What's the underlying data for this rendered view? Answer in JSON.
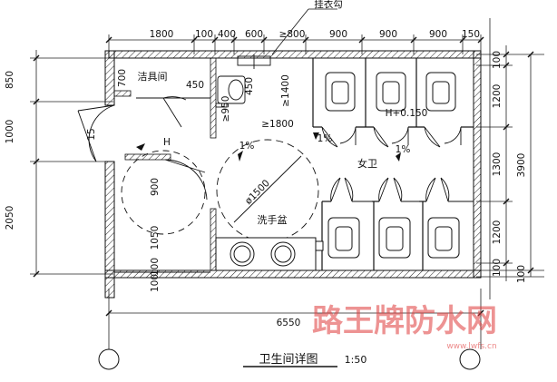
{
  "dimensions": {
    "top": [
      "1800",
      "100",
      "400",
      "600",
      "≥800",
      "900",
      "900",
      "900",
      "150"
    ],
    "left": [
      "850",
      "1000",
      "2050"
    ],
    "right": [
      "100",
      "1200",
      "1300",
      "1200",
      "100",
      "100"
    ],
    "right_total": "3900",
    "bottom_total": "6550",
    "interior": {
      "d700": "700",
      "d450a": "450",
      "d450b": "450",
      "d950": "≥950",
      "d1400": "≥1400",
      "d1800": "≥1800",
      "d900": "900",
      "d1050": "1050",
      "d100": "100",
      "d100b": "100",
      "d15": "15"
    }
  },
  "labels": {
    "cleaning_room": "洁具间",
    "womens": "女卫",
    "washbasin": "洗手盆",
    "circle": "ø1500",
    "level": "H+0.150",
    "h": "H",
    "slope1": "1%",
    "slope2": "1%",
    "slope3": "1%",
    "top_callout": "挂衣勾"
  },
  "title": {
    "text": "卫生间详图",
    "scale": "1:50"
  },
  "watermark": {
    "text": "路王牌防水网",
    "url": "www.lwfs.cn",
    "color": "#e03b3b"
  }
}
